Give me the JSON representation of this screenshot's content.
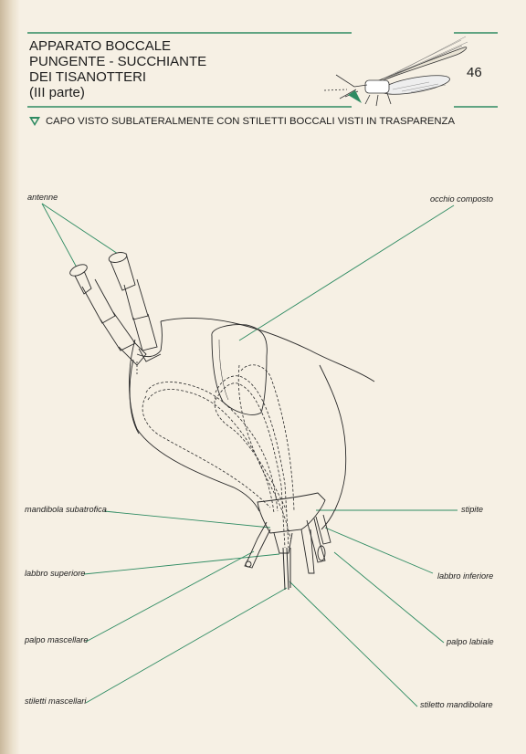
{
  "header": {
    "title_lines": [
      "APPARATO BOCCALE",
      "PUNGENTE - SUCCHIANTE",
      "DEI TISANOTTERI",
      "(III parte)"
    ],
    "page_number": "46",
    "subtitle": "CAPO VISTO SUBLATERALMENTE CON STILETTI BOCCALI VISTI IN TRASPARENZA"
  },
  "labels": {
    "antenne": "antenne",
    "occhio_composto": "occhio composto",
    "mandibola_subatrofica": "mandibola subatrofica",
    "stipite": "stipite",
    "labbro_superiore": "labbro superiore",
    "labbro_inferiore": "labbro inferiore",
    "palpo_mascellare": "palpo mascellare",
    "palpo_labiale": "palpo labiale",
    "stiletti_mascellari": "stiletti mascellari",
    "stiletto_mandibolare": "stiletto mandibolare"
  },
  "colors": {
    "accent": "#2e8b62",
    "paper": "#f6f0e4",
    "ink": "#1c1c1c"
  }
}
